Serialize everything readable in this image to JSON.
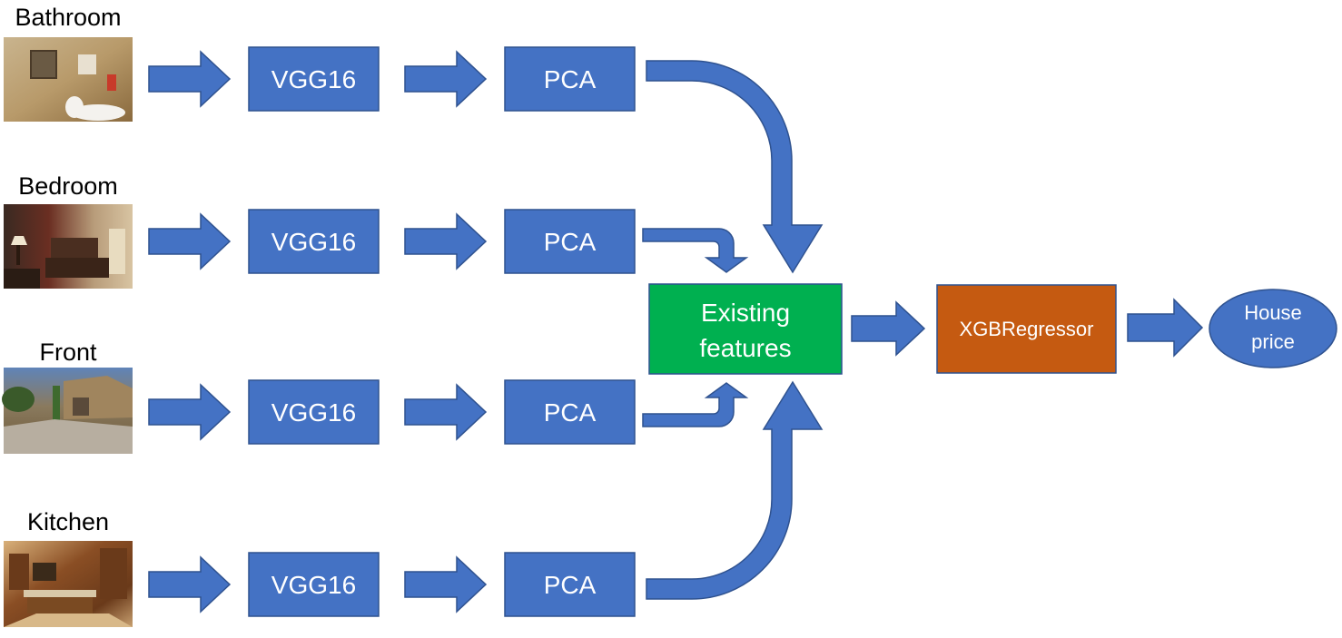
{
  "rows": [
    {
      "label": "Bathroom",
      "model": "VGG16",
      "reducer": "PCA"
    },
    {
      "label": "Bedroom",
      "model": "VGG16",
      "reducer": "PCA"
    },
    {
      "label": "Front",
      "model": "VGG16",
      "reducer": "PCA"
    },
    {
      "label": "Kitchen",
      "model": "VGG16",
      "reducer": "PCA"
    }
  ],
  "merge": {
    "line1": "Existing",
    "line2": "features"
  },
  "regressor": {
    "label": "XGBRegressor"
  },
  "output": {
    "line1": "House",
    "line2": "price"
  },
  "colors": {
    "blue": "#4472C4",
    "blue_border": "#2F528F",
    "green": "#00B050",
    "orange": "#C55A11",
    "text_on_fill": "#FFFFFF"
  }
}
